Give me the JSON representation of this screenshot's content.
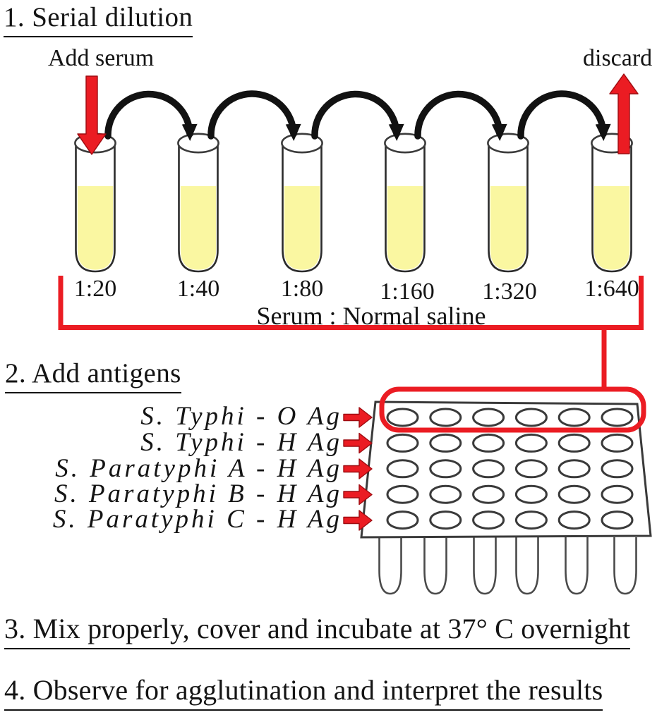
{
  "steps": {
    "step1": "1. Serial dilution",
    "step2": "2. Add antigens",
    "step3": "3. Mix properly, cover and incubate at 37° C overnight",
    "step4": "4. Observe for agglutination and interpret the results"
  },
  "serial_dilution": {
    "add_serum_label": "Add serum",
    "discard_label": "discard",
    "dilutions": [
      "1:20",
      "1:40",
      "1:80",
      "1:160",
      "1:320",
      "1:640"
    ],
    "ratio_caption": "Serum : Normal saline",
    "tube_count": 6
  },
  "antigens": [
    "S. Typhi - O Ag",
    "S. Typhi - H Ag",
    "S. Paratyphi A - H Ag",
    "S. Paratyphi B - H Ag",
    "S. Paratyphi C - H Ag"
  ],
  "plate": {
    "rows": 5,
    "cols": 6
  },
  "colors": {
    "accent_red": "#EB1C23",
    "liquid_yellow": "#FAF7A1",
    "ink": "#141414"
  }
}
